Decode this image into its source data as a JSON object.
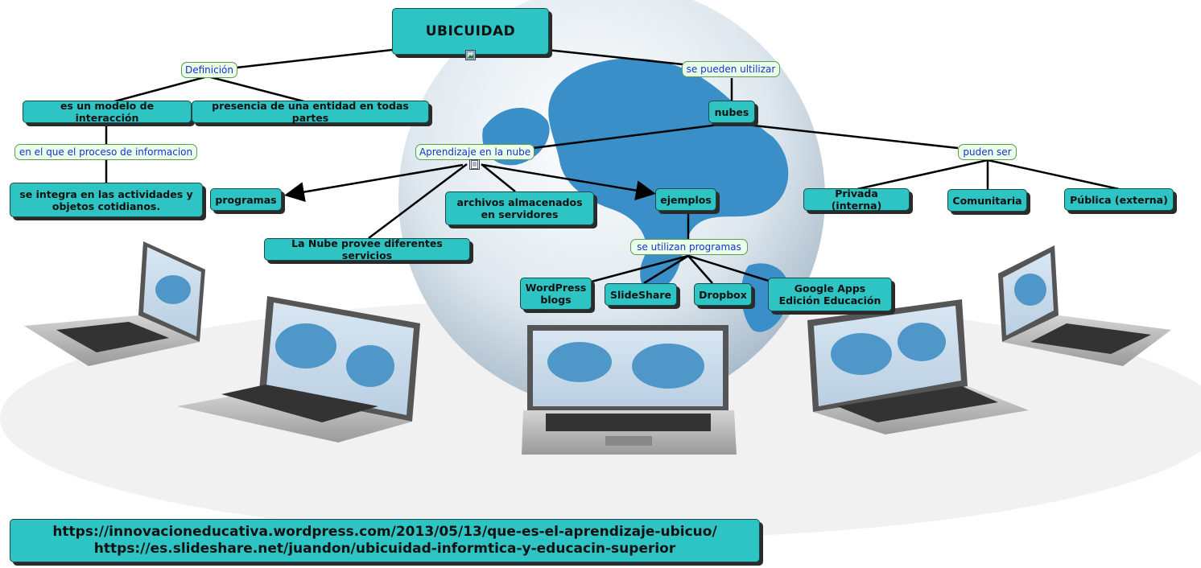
{
  "map": {
    "root": "UBICUIDAD",
    "concepts": {
      "modelo": "es un modelo de interacción",
      "presencia": "presencia de una entidad en todas partes",
      "integra": "se integra en las actividades y objetos cotidianos.",
      "nubes": "nubes",
      "programas": "programas",
      "archivos": "archivos almacenados en servidores",
      "servicios": "La Nube provee diferentes servicios",
      "ejemplos": "ejemplos",
      "privada": "Privada (interna)",
      "comunitaria": "Comunitaria",
      "publica": "Pública (externa)",
      "wordpress": "WordPress blogs",
      "slideshare": "SlideShare",
      "dropbox": "Dropbox",
      "google": "Google Apps Edición Educación"
    },
    "linking_phrases": {
      "definicion": "Definición",
      "utilizar": "se pueden ultilizar",
      "proceso": "en el que el proceso de informacion",
      "aprendizaje": "Aprendizaje en la nube",
      "puden": "puden ser",
      "utilizan": "se utilizan programas"
    },
    "urls": [
      "https://innovacioneducativa.wordpress.com/2013/05/13/que-es-el-aprendizaje-ubicuo/",
      "https://es.slideshare.net/juandon/ubicuidad-informtica-y-educacin-superior"
    ]
  },
  "icons": [
    "image-icon",
    "document-icon",
    "globe-illustration",
    "laptop-illustration"
  ],
  "colors": {
    "concept_fill": "#2ec4c4",
    "linking_fill": "#e9ffe6",
    "linking_text": "#1a2fd6",
    "connector": "#000000",
    "globe_blue": "#3a8fc8"
  }
}
